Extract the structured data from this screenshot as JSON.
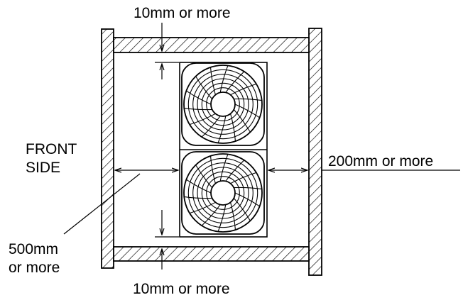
{
  "diagram": {
    "labels": {
      "top_clearance": "10mm or more",
      "bottom_clearance": "10mm or more",
      "right_clearance": "200mm or more",
      "front_line1": "FRONT",
      "front_line2": "SIDE",
      "left_clearance_line1": "500mm",
      "left_clearance_line2": "or more"
    },
    "fans": [
      {
        "name": "upper-fan",
        "blades": 14,
        "rings": 6
      },
      {
        "name": "lower-fan",
        "blades": 14,
        "rings": 6
      }
    ],
    "icons": [
      "hatch-wall-left",
      "hatch-wall-right",
      "hatch-wall-top",
      "hatch-wall-bottom",
      "fan-icon",
      "dimension-arrow"
    ]
  }
}
